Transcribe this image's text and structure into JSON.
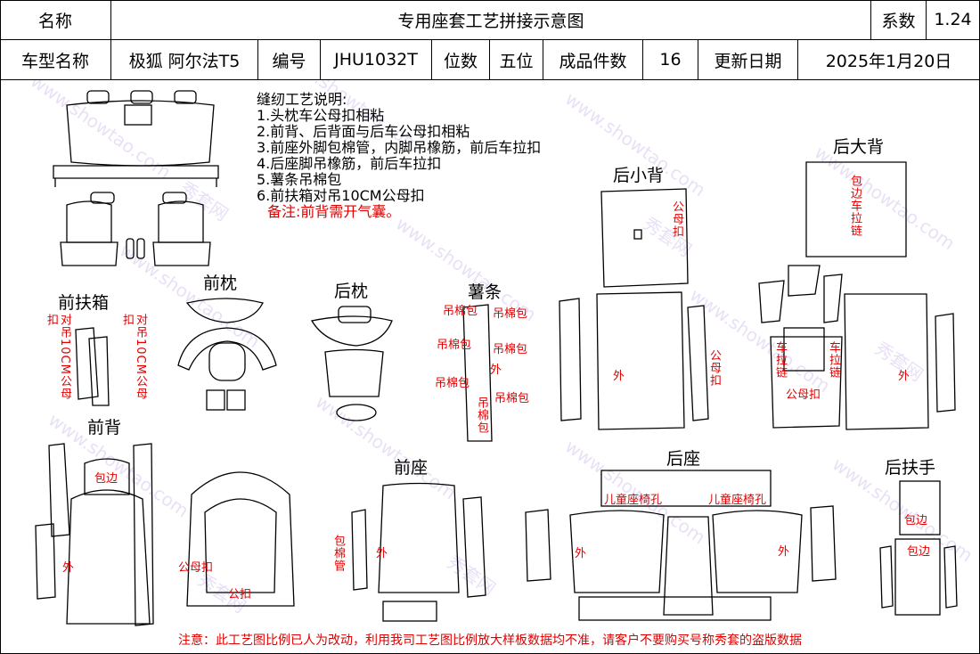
{
  "header": {
    "name_label": "名称",
    "title": "专用座套工艺拼接示意图",
    "coef_label": "系数",
    "coef_value": "1.24",
    "model_label": "车型名称",
    "model_value": "极狐 阿尔法T5",
    "code_label": "编号",
    "code_value": "JHU1032T",
    "seat_label": "位数",
    "seat_value": "五位",
    "pieces_label": "成品件数",
    "pieces_value": "16",
    "date_label": "更新日期",
    "date_value": "2025年1月20日"
  },
  "watermark": {
    "site": "www.showtao.com",
    "brand": "秀套网"
  },
  "notes": {
    "heading": "缝纫工艺说明:",
    "items": [
      "1.头枕车公母扣相粘",
      "2.前背、后背面与后车公母扣相粘",
      "3.前座外脚包棉管，内脚吊橡筋，前后车拉扣",
      "4.后座脚吊橡筋，前后车拉扣",
      "5.薯条吊棉包",
      "6.前扶箱对吊10CM公母扣"
    ],
    "remark": "备注:前背需开气囊。"
  },
  "parts": {
    "front_armrest": "前扶箱",
    "front_pillow": "前枕",
    "rear_pillow": "后枕",
    "fries": "薯条",
    "rear_small_back": "后小背",
    "rear_big_back": "后大背",
    "front_back": "前背",
    "front_seat": "前座",
    "rear_seat": "后座",
    "rear_armrest": "后扶手"
  },
  "annotations": {
    "pair10cm": "对吊10CM公母扣",
    "cotton": "吊棉包",
    "outer": "外",
    "male_female": "公母扣",
    "male": "公扣",
    "binding": "包边",
    "pull_zipper": "车拉链",
    "binding_zipper": "包边车拉链",
    "cotton_tube": "包棉管",
    "child_hole": "儿童座椅孔"
  },
  "footer": "注意：此工艺图比例已人为改动，利用我司工艺图比例放大样板数据均不准，请客户不要购买号称秀套的盗版数据"
}
